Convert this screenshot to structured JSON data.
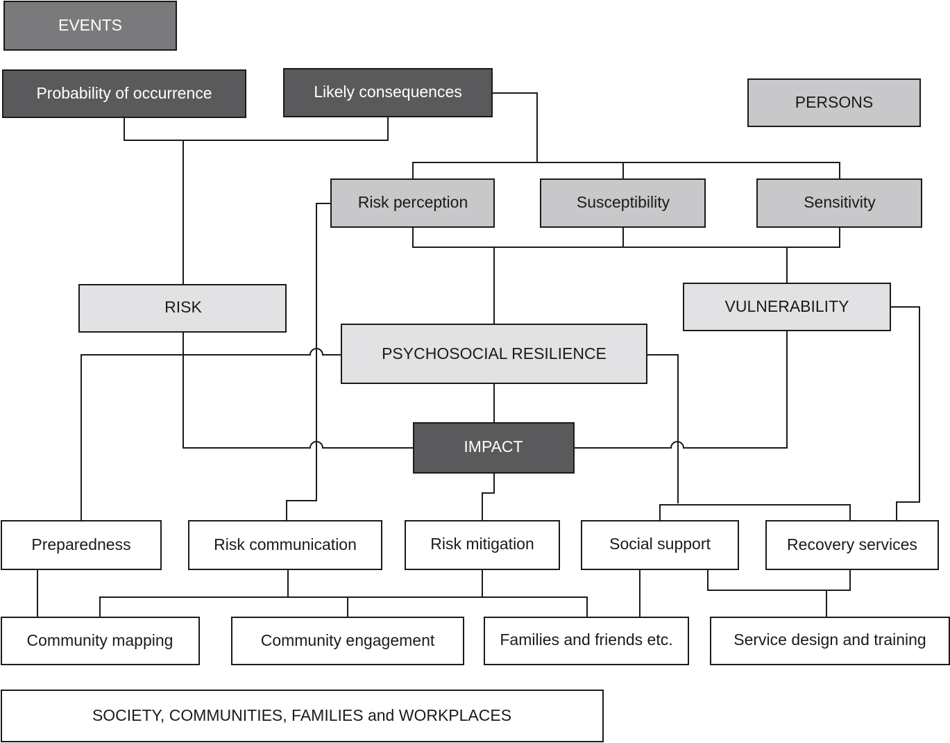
{
  "colors": {
    "dark_fill": "#5a5a5c",
    "medium_fill": "#7a7a7c",
    "light_fill": "#c8c8ca",
    "lighter_fill": "#e2e2e4",
    "white_fill": "#ffffff",
    "line": "#1a1a1a",
    "text_dark": "#1a1a1a",
    "text_light": "#ffffff"
  },
  "nodes": {
    "events": "EVENTS",
    "probability_of_occurrence": "Probability of occurrence",
    "likely_consequences": "Likely consequences",
    "persons": "PERSONS",
    "risk_perception": "Risk perception",
    "susceptibility": "Susceptibility",
    "sensitivity": "Sensitivity",
    "risk": "RISK",
    "vulnerability": "VULNERABILITY",
    "psychosocial_resilience": "PSYCHOSOCIAL RESILIENCE",
    "impact": "IMPACT",
    "preparedness": "Preparedness",
    "risk_communication": "Risk communication",
    "risk_mitigation": "Risk mitigation",
    "social_support": "Social support",
    "recovery_services": "Recovery services",
    "community_mapping": "Community mapping",
    "community_engagement": "Community engagement",
    "families_and_friends": "Families and friends etc.",
    "service_design_and_training": "Service design and training",
    "society": "SOCIETY, COMMUNITIES, FAMILIES and WORKPLACES"
  }
}
